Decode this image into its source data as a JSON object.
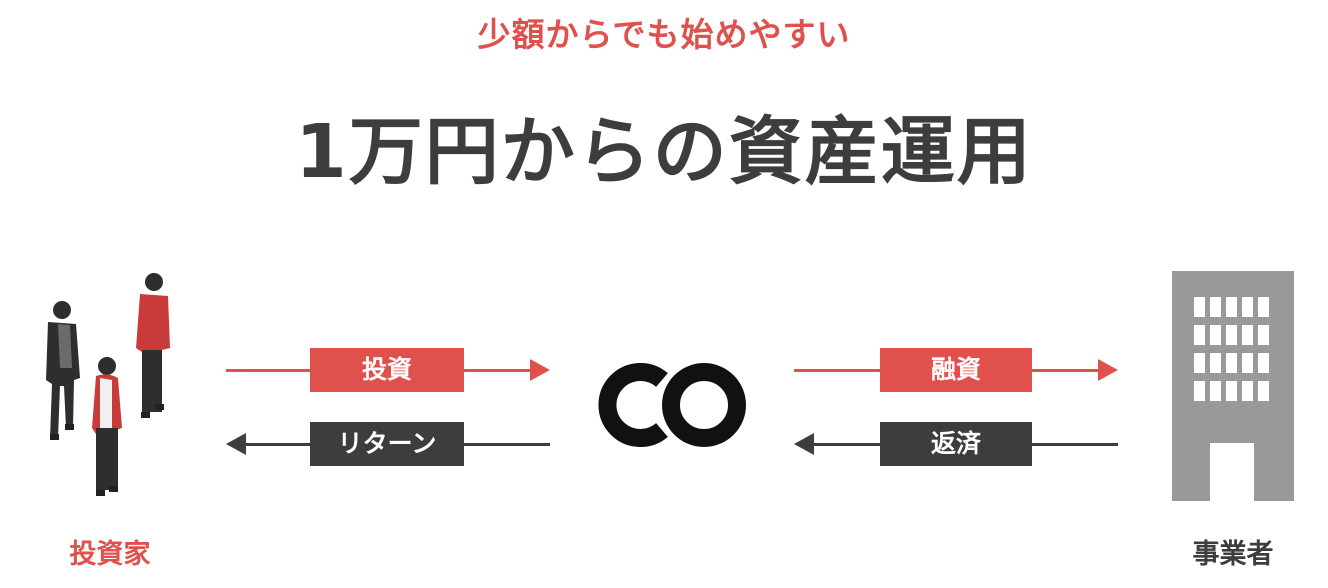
{
  "header": {
    "subtitle": "少額からでも始めやすい",
    "title": "1万円からの資産運用"
  },
  "flows": {
    "invest_label": "投資",
    "return_label": "リターン",
    "finance_label": "融資",
    "repay_label": "返済"
  },
  "parties": {
    "investor_label": "投資家",
    "business_label": "事業者"
  },
  "icons": {
    "investors": "people-icon",
    "hub": "infinity-logo-icon",
    "business": "building-icon"
  },
  "colors": {
    "accent": "#e0514d",
    "dark": "#3d3d3d",
    "building": "#999999"
  }
}
